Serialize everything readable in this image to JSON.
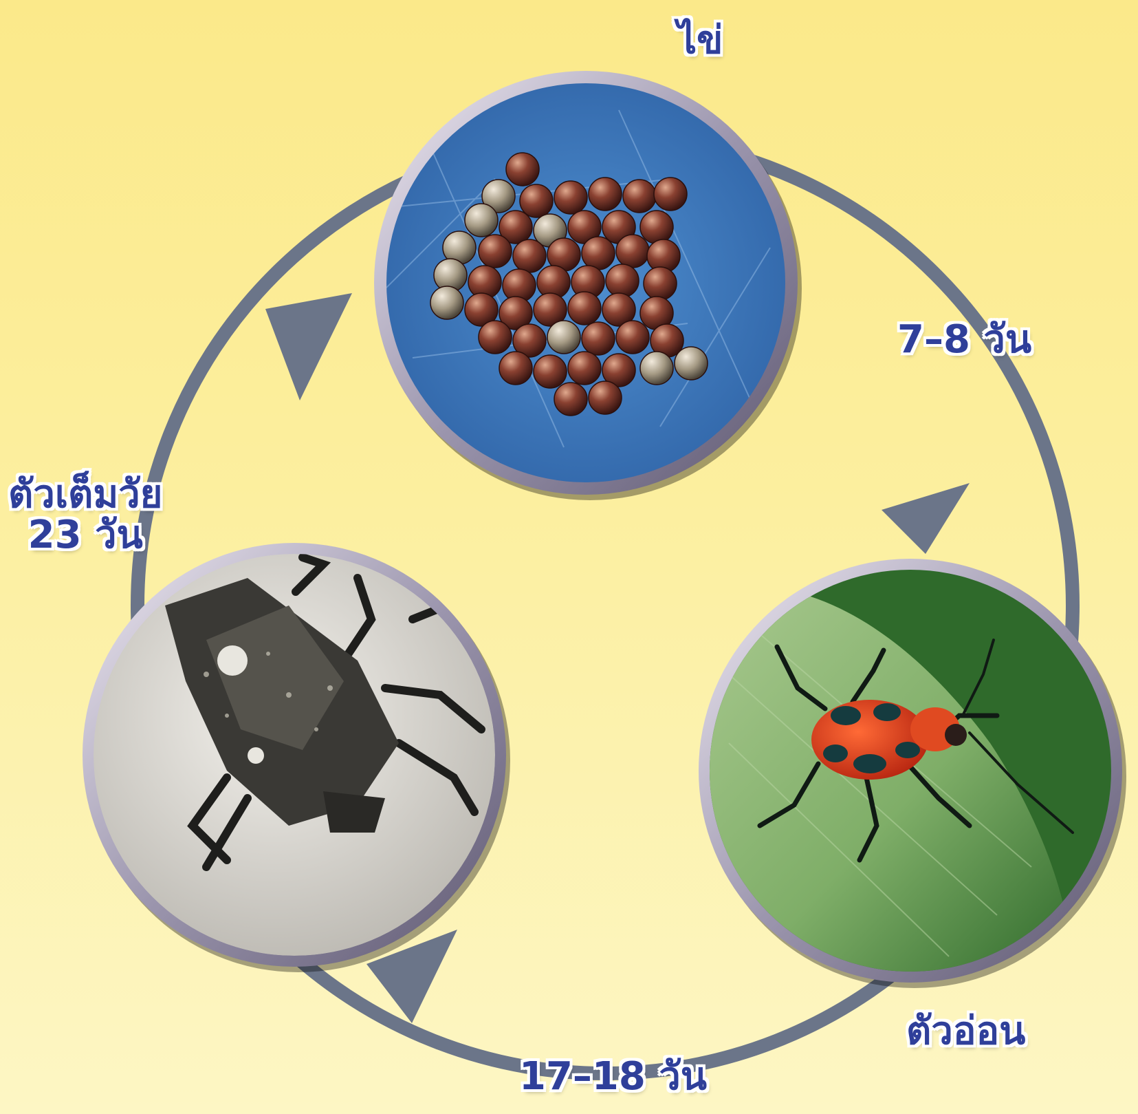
{
  "stages": [
    {
      "label": "ไข่",
      "icon": "eggs-photo"
    },
    {
      "label": "ตัวอ่อน",
      "icon": "nymph-bug-photo"
    },
    {
      "label_line1": "ตัวเต็มวัย",
      "label_line2": "23 วัน",
      "icon": "adult-stink-bug-photo"
    }
  ],
  "transitions": [
    {
      "label": "7–8 วัน"
    },
    {
      "label": "17–18 วัน"
    }
  ],
  "colors": {
    "arrow": "#6b7589",
    "label": "#2f3f9a",
    "ring": "#9c96ae",
    "background": "#fbe98a"
  }
}
